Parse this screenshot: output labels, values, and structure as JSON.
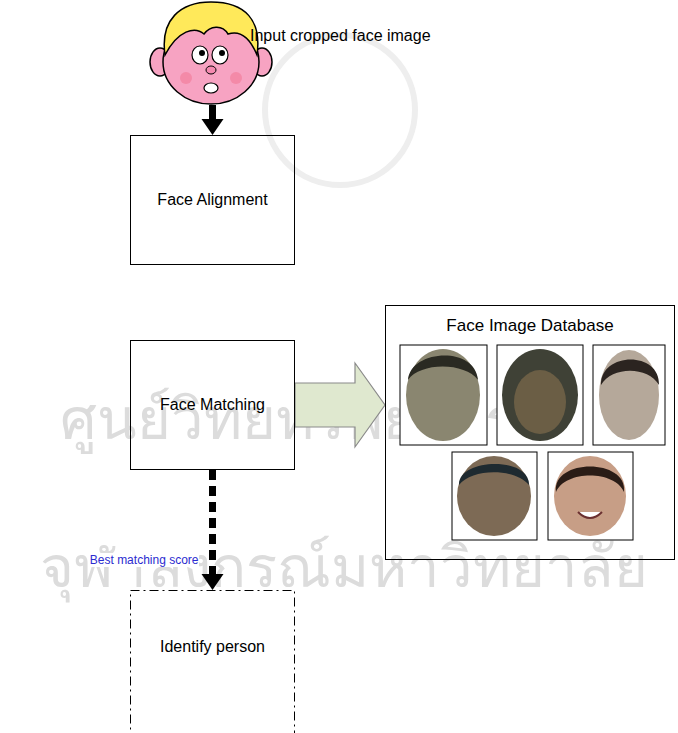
{
  "diagram": {
    "nodes": [
      {
        "text": [
          "Input cropped face image"
        ]
      },
      {
        "text": [
          "Face Alignment"
        ]
      },
      {
        "text": [
          "Face Matching"
        ]
      },
      {
        "text": [
          "Face Image Database"
        ]
      },
      {
        "text": [
          "Identify person"
        ]
      }
    ],
    "edges": [
      {
        "from": 0,
        "to": 1,
        "arrow": "to"
      },
      {
        "from": 2,
        "to": 3,
        "arrow": "to"
      },
      {
        "from": 2,
        "to": 4,
        "label": "Best matching score",
        "arrow": "to"
      }
    ],
    "labels": [
      "ศูนย์วิทยทรัพยากร",
      "จุฬาลงกรณ์มหาวิทยาลัย"
    ]
  }
}
